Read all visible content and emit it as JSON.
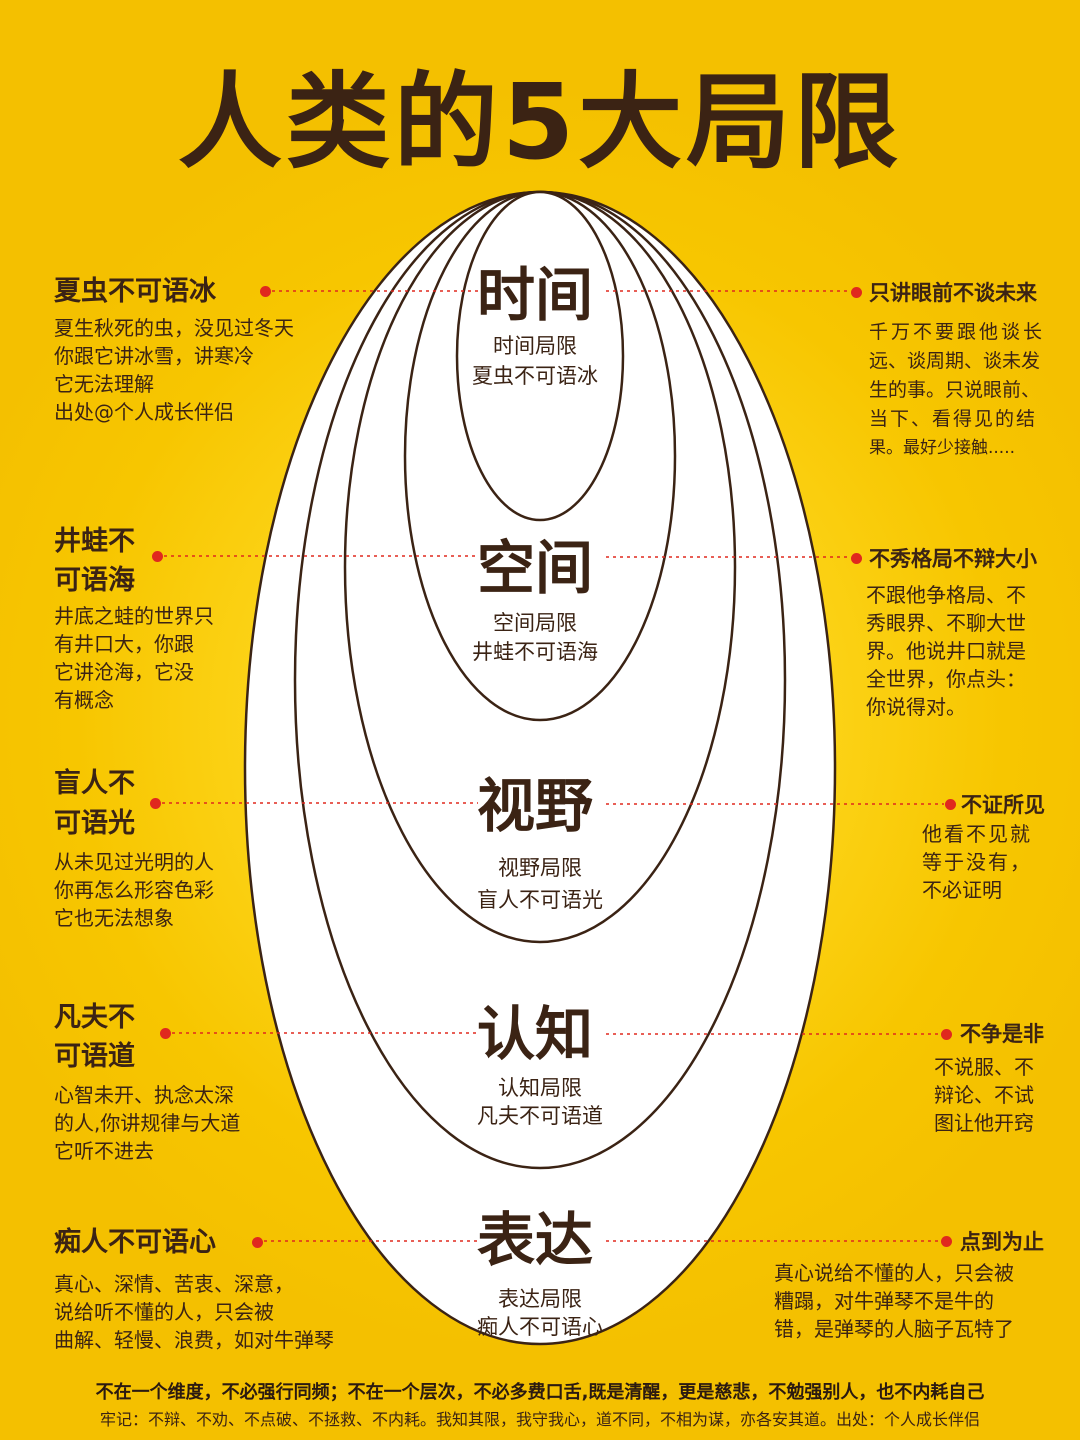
{
  "title": "人类的5大局限",
  "layers": [
    {
      "name": "时间",
      "sub1": "时间局限",
      "sub2": "夏虫不可语冰"
    },
    {
      "name": "空间",
      "sub1": "空间局限",
      "sub2": "井蛙不可语海"
    },
    {
      "name": "视野",
      "sub1": "视野局限",
      "sub2": "盲人不可语光"
    },
    {
      "name": "认知",
      "sub1": "认知局限",
      "sub2": "凡夫不可语道"
    },
    {
      "name": "表达",
      "sub1": "表达局限",
      "sub2": "痴人不可语心"
    }
  ],
  "left_notes": [
    {
      "title": "夏虫不可语冰",
      "desc": [
        "夏生秋死的虫，没见过冬天",
        "你跟它讲冰雪，讲寒冷",
        "它无法理解",
        "出处@个人成长伴侣"
      ]
    },
    {
      "title": "井蛙不可语海",
      "title_lines": [
        "井蛙不",
        "可语海"
      ],
      "desc": [
        "井底之蛙的世界只",
        "有井口大，你跟",
        "它讲沧海，它没",
        "有概念"
      ]
    },
    {
      "title": "盲人不可语光",
      "title_lines": [
        "盲人不",
        "可语光"
      ],
      "desc": [
        "从未见过光明的人",
        "你再怎么形容色彩",
        "它也无法想象"
      ]
    },
    {
      "title": "凡夫不可语道",
      "title_lines": [
        "凡夫不",
        "可语道"
      ],
      "desc": [
        "心智未开、执念太深",
        "的人,你讲规律与大道",
        "它听不进去"
      ]
    },
    {
      "title": "痴人不可语心",
      "desc": [
        "真心、深情、苦衷、深意，",
        "说给听不懂的人，只会被",
        "曲解、轻慢、浪费，如对牛弹琴"
      ]
    }
  ],
  "right_notes": [
    {
      "title": "只讲眼前不谈未来",
      "desc": [
        "千万不要跟他谈长",
        "远、谈周期、谈未发",
        "生的事。只说眼前、",
        "当下、看得见的结",
        "果。最好少接触....."
      ]
    },
    {
      "title": "不秀格局不辩大小",
      "desc": [
        "不跟他争格局、不",
        "秀眼界、不聊大世",
        "界。他说井口就是",
        "全世界，你点头：",
        "你说得对。"
      ]
    },
    {
      "title": "不证所见",
      "desc": [
        "他看不见就",
        "等于没有，",
        "不必证明"
      ]
    },
    {
      "title": "不争是非",
      "desc": [
        "不说服、不",
        "辩论、不试",
        "图让他开窍"
      ]
    },
    {
      "title": "点到为止",
      "desc": [
        "真心说给不懂的人，只会被",
        "糟蹋，对牛弹琴不是牛的",
        "错，是弹琴的人脑子瓦特了"
      ]
    }
  ],
  "footer": {
    "line1": "不在一个维度，不必强行同频；不在一个层次，不必多费口舌,既是清醒，更是慈悲，不勉强别人，也不内耗自己",
    "line2": "牢记：不辩、不劝、不点破、不拯救、不内耗。我知其限，我守我心，道不同，不相为谋，亦各安其道。出处：个人成长伴侣"
  },
  "colors": {
    "background": "#f7c600",
    "text": "#3b2314",
    "dot": "#e0281e",
    "ellipse_fill": "#ffffff",
    "ellipse_stroke": "#3b2314"
  }
}
